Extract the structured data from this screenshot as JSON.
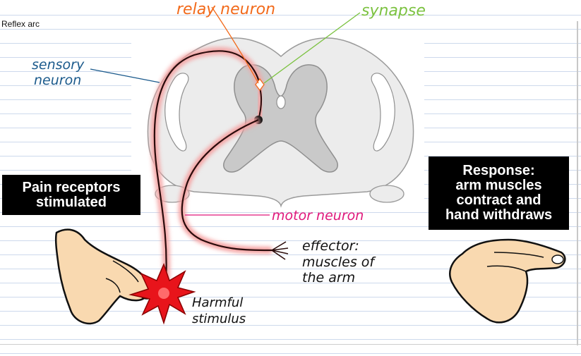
{
  "document": {
    "title": "Reflex arc"
  },
  "labels": {
    "relay_neuron": "relay neuron",
    "synapse": "synapse",
    "sensory_neuron_line1": "sensory",
    "sensory_neuron_line2": "neuron",
    "motor_neuron": "motor neuron",
    "effector_line1": "effector:",
    "effector_line2": "muscles of",
    "effector_line3": "the arm",
    "stimulus_line1": "Harmful",
    "stimulus_line2": "stimulus"
  },
  "boxes": {
    "pain_receptors": "Pain receptors\nstimulated",
    "response": "Response:\narm muscles\ncontract and\nhand withdraws"
  },
  "colors": {
    "relay_label": "#f26a1b",
    "synapse_label": "#7cc241",
    "sensory_label": "#1b5a8c",
    "motor_label": "#e0177b",
    "neuron_glow": "#f4a3a3",
    "skin": "#f9d9b0",
    "stimulus_red": "#e8141b"
  }
}
